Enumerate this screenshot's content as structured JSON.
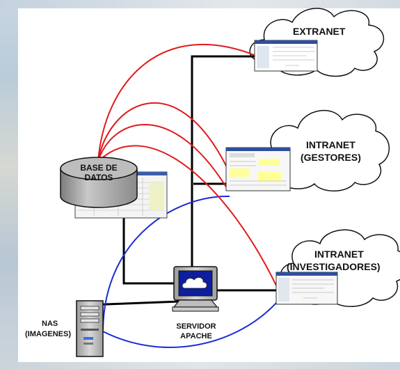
{
  "nodes": {
    "extranet": "EXTRANET",
    "intranet_gestores": [
      "INTRANET",
      "(GESTORES)"
    ],
    "intranet_investigadores": [
      "INTRANET",
      "(INVESTIGADORES)"
    ],
    "base_de_datos": [
      "BASE DE",
      "DATOS"
    ],
    "servidor_apache": [
      "SERVIDOR",
      "APACHE"
    ],
    "nas": [
      "NAS",
      "(IMAGENES)"
    ]
  },
  "colors": {
    "database_links": "#e0191b",
    "nas_links": "#1b2bd8",
    "network_links": "#000000",
    "screen_highlight": "#ffff9a"
  }
}
